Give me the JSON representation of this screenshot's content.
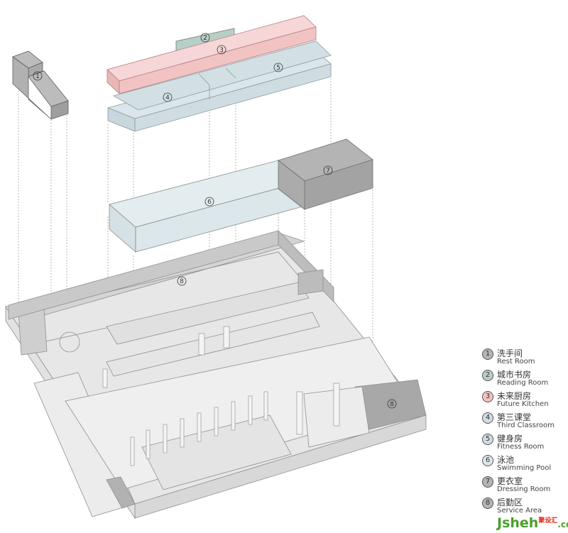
{
  "labels": {
    "room1": "1",
    "room2": "2",
    "room3": "3",
    "room4": "4",
    "room5": "5",
    "room6": "6",
    "room7": "7",
    "room8": "8",
    "room8b": "8"
  },
  "legend": [
    {
      "num": "1",
      "zh": "洗手间",
      "en": "Rest Room",
      "color": "#b4b4b4"
    },
    {
      "num": "2",
      "zh": "城市书房",
      "en": "Reading Room",
      "color": "#b8cfc6"
    },
    {
      "num": "3",
      "zh": "未来厨房",
      "en": "Future Kitchen",
      "color": "#f2c3c3"
    },
    {
      "num": "4",
      "zh": "第三课堂",
      "en": "Third Classroom",
      "color": "#cfdde2"
    },
    {
      "num": "5",
      "zh": "健身房",
      "en": "Fitness Room",
      "color": "#cfdde2"
    },
    {
      "num": "6",
      "zh": "泳池",
      "en": "Swimming Pool",
      "color": "#dbe7ea"
    },
    {
      "num": "7",
      "zh": "更衣室",
      "en": "Dressing Room",
      "color": "#b4b4b4"
    },
    {
      "num": "8",
      "zh": "后勤区",
      "en": "Service Area",
      "color": "#b4b4b4"
    }
  ],
  "watermark": {
    "brand": "Jsheh",
    "suffix": "聚设汇",
    "domain": ".com"
  }
}
